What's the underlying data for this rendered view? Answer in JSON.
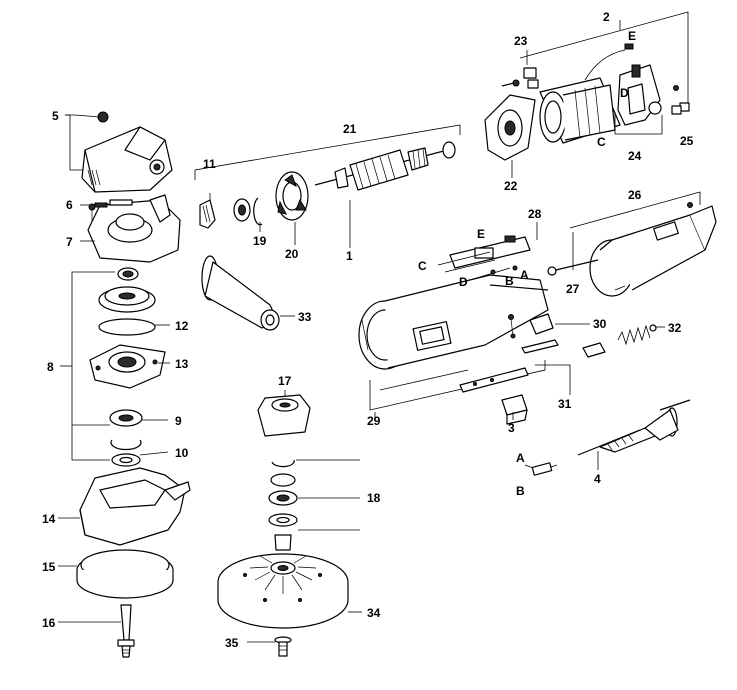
{
  "callouts": {
    "c1": "1",
    "c2": "2",
    "c3": "3",
    "c4": "4",
    "c5": "5",
    "c6": "6",
    "c7": "7",
    "c8": "8",
    "c9": "9",
    "c10": "10",
    "c11": "11",
    "c12": "12",
    "c13": "13",
    "c14": "14",
    "c15": "15",
    "c16": "16",
    "c17": "17",
    "c18": "18",
    "c19": "19",
    "c20": "20",
    "c21": "21",
    "c22": "22",
    "c23": "23",
    "c24": "24",
    "c25": "25",
    "c26": "26",
    "c27": "27",
    "c28": "28",
    "c29": "29",
    "c30": "30",
    "c31": "31",
    "c32": "32",
    "c33": "33",
    "c34": "34",
    "c35": "35"
  },
  "wire_labels": {
    "a_switch": "A",
    "b_switch": "B",
    "c_switch": "C",
    "d_switch": "D",
    "e_switch": "E",
    "c_stator": "C",
    "d_stator": "D",
    "e_stator": "E",
    "a_cap": "A",
    "b_cap": "B"
  }
}
